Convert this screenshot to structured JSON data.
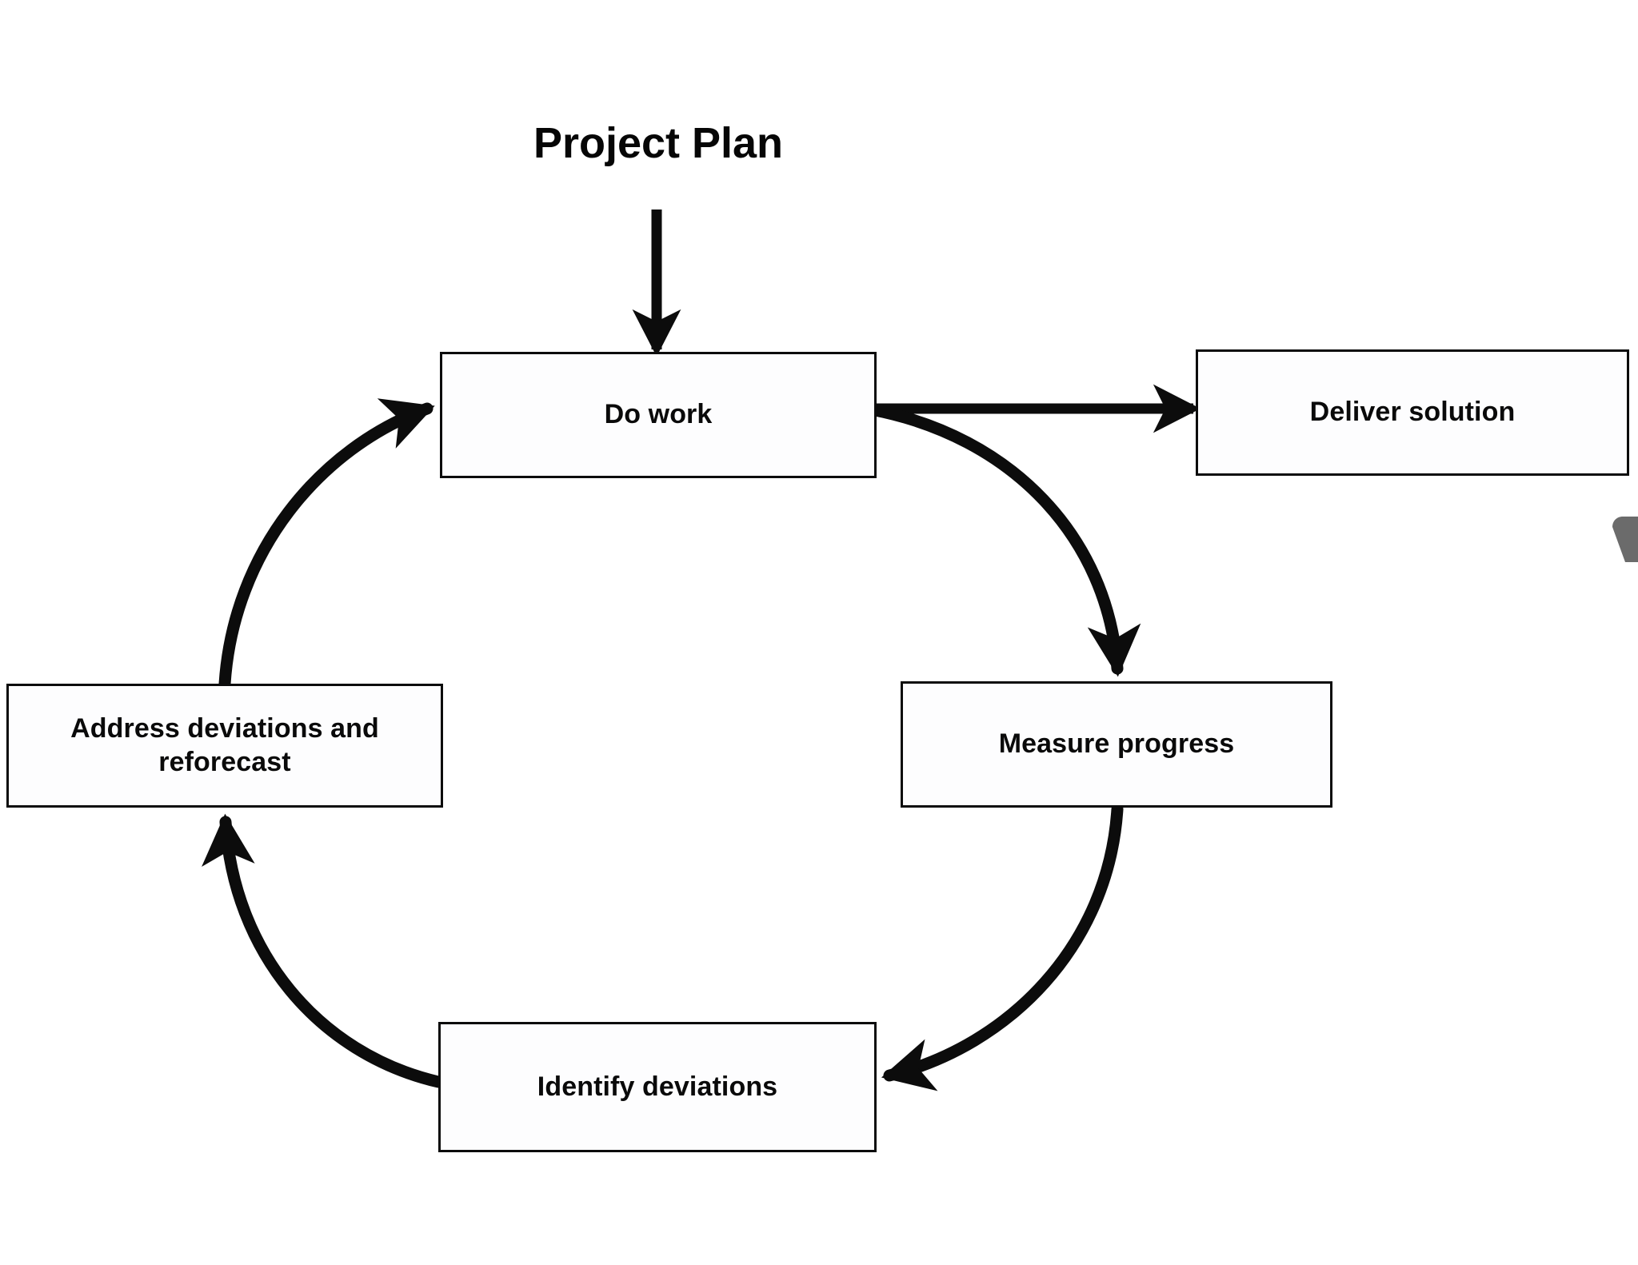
{
  "diagram": {
    "title": "Project Plan",
    "type": "cycle-flowchart",
    "background_color": "#ffffff",
    "line_color": "#0c0c0c",
    "box_fill_color": "#fdfdfe",
    "text_color": "#0a0a0a",
    "nodes": [
      {
        "id": "do-work",
        "label": "Do work"
      },
      {
        "id": "deliver",
        "label": "Deliver solution"
      },
      {
        "id": "measure",
        "label": "Measure progress"
      },
      {
        "id": "identify",
        "label": "Identify deviations"
      },
      {
        "id": "address",
        "label": "Address deviations and\nreforecast"
      }
    ],
    "connectors": [
      {
        "id": "plan-to-do-work",
        "from": "Project Plan",
        "to": "Do work",
        "style": "straight-vertical",
        "direction": "down"
      },
      {
        "id": "do-work-to-deliver",
        "from": "Do work",
        "to": "Deliver solution",
        "style": "straight-horizontal",
        "direction": "right"
      },
      {
        "id": "do-work-to-measure",
        "from": "Do work",
        "to": "Measure progress",
        "style": "curved",
        "direction": "down-right"
      },
      {
        "id": "measure-to-identify",
        "from": "Measure progress",
        "to": "Identify deviations",
        "style": "curved",
        "direction": "down-left"
      },
      {
        "id": "identify-to-address",
        "from": "Identify deviations",
        "to": "Address deviations and reforecast",
        "style": "curved",
        "direction": "up-left"
      },
      {
        "id": "address-to-do-work",
        "from": "Address deviations and reforecast",
        "to": "Do work",
        "style": "curved",
        "direction": "up-right"
      }
    ],
    "cursor_artifact": {
      "present": true,
      "color": "#6b6b6b"
    }
  }
}
